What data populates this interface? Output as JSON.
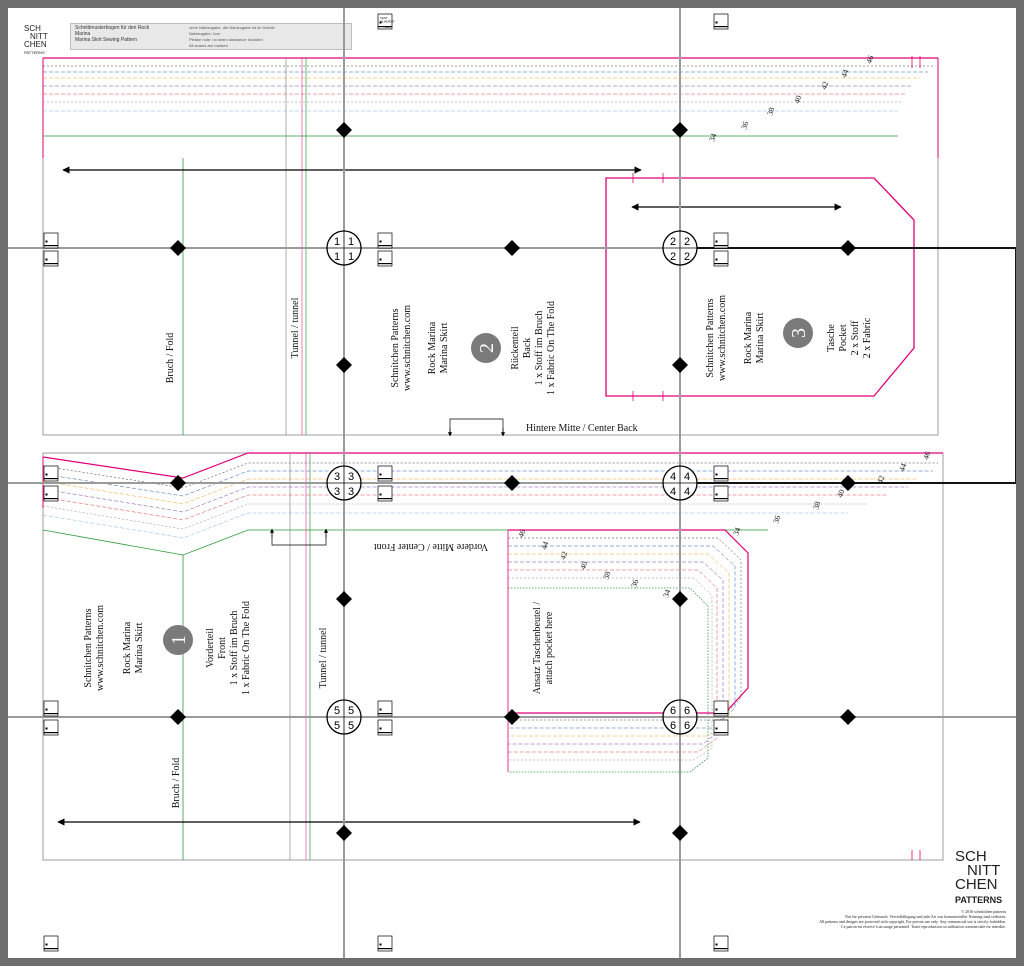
{
  "header": {
    "title_line1": "Schnittmusterbogen für den Rock",
    "title_line2": "Marina",
    "title_line3": "Marina Skirt Sewing Pattern",
    "note_line1": "ohne Nahtzugabe, die Nahtzugabe ist im Schnitt",
    "note_line2": "Nahtzugabe: 1cm",
    "note_line3": "Please note: no seam allowance included",
    "note_line4": "All seams are marked"
  },
  "logo": {
    "line1": "SCH",
    "line2": "NITT",
    "line3": "CHEN",
    "line4": "PATTERNS"
  },
  "test_square": {
    "line1": "TEST",
    "line2": "QUADRAT",
    "unit": "3cm"
  },
  "pieces": {
    "back": {
      "number": "2",
      "brand": "Schnitchen Patterns",
      "url": "www.schnitchen.com",
      "name_de": "Rock Marina",
      "name_en": "Marina Skirt",
      "piece_de": "Rückenteil",
      "piece_en": "Back",
      "cut_de": "1 x Stoff im Bruch",
      "cut_en": "1 x Fabric On The Fold",
      "center": "Hintere Mitte / Center Back"
    },
    "pocket": {
      "number": "3",
      "brand": "Schnitchen Patterns",
      "url": "www.schnitchen.com",
      "name_de": "Rock Marina",
      "name_en": "Marina Skirt",
      "piece_de": "Tasche",
      "piece_en": "Pocket",
      "cut_de": "2 x Stoff",
      "cut_en": "2 x Fabric"
    },
    "front": {
      "number": "1",
      "brand": "Schnitchen Patterns",
      "url": "www.schnitchen.com",
      "name_de": "Rock Marina",
      "name_en": "Marina Skirt",
      "piece_de": "Vorderteil",
      "piece_en": "Front",
      "cut_de": "1 x Stoff im Bruch",
      "cut_en": "1 x Fabric On The Fold",
      "center": "Vordere Mitte / Center Front",
      "attach": "Ansatz Taschenbeutel /",
      "attach2": "attach pocket here"
    }
  },
  "labels": {
    "fold": "Bruch / Fold",
    "tunnel": "Tunnel / tunnel"
  },
  "sizes": [
    "34",
    "36",
    "38",
    "40",
    "42",
    "44",
    "46"
  ],
  "page_marks": [
    [
      "1",
      "1",
      "1",
      "1"
    ],
    [
      "2",
      "2",
      "2",
      "2"
    ],
    [
      "3",
      "3",
      "3",
      "3"
    ],
    [
      "4",
      "4",
      "4",
      "4"
    ],
    [
      "5",
      "5",
      "5",
      "5"
    ],
    [
      "6",
      "6",
      "6",
      "6"
    ]
  ],
  "copyright": {
    "line1": "© 2016 schnittchen patterns",
    "line2": "Nur für privaten Gebrauch. Vervielfältigung und jede Art von kommerzieller Nutzung sind verboten.",
    "line3": "All patterns and designs are protected with copyright. For private use only. Any commercial use is strictly forbidden.",
    "line4": "Ce patron est réservé à un usage personnel. Toute reproduction ou utilisation commerciale est interdite."
  },
  "colors": {
    "magenta": "#e0007a",
    "green": "#2a9a3a",
    "grid": "#9a9a9a",
    "badge": "#7a7a7a"
  }
}
